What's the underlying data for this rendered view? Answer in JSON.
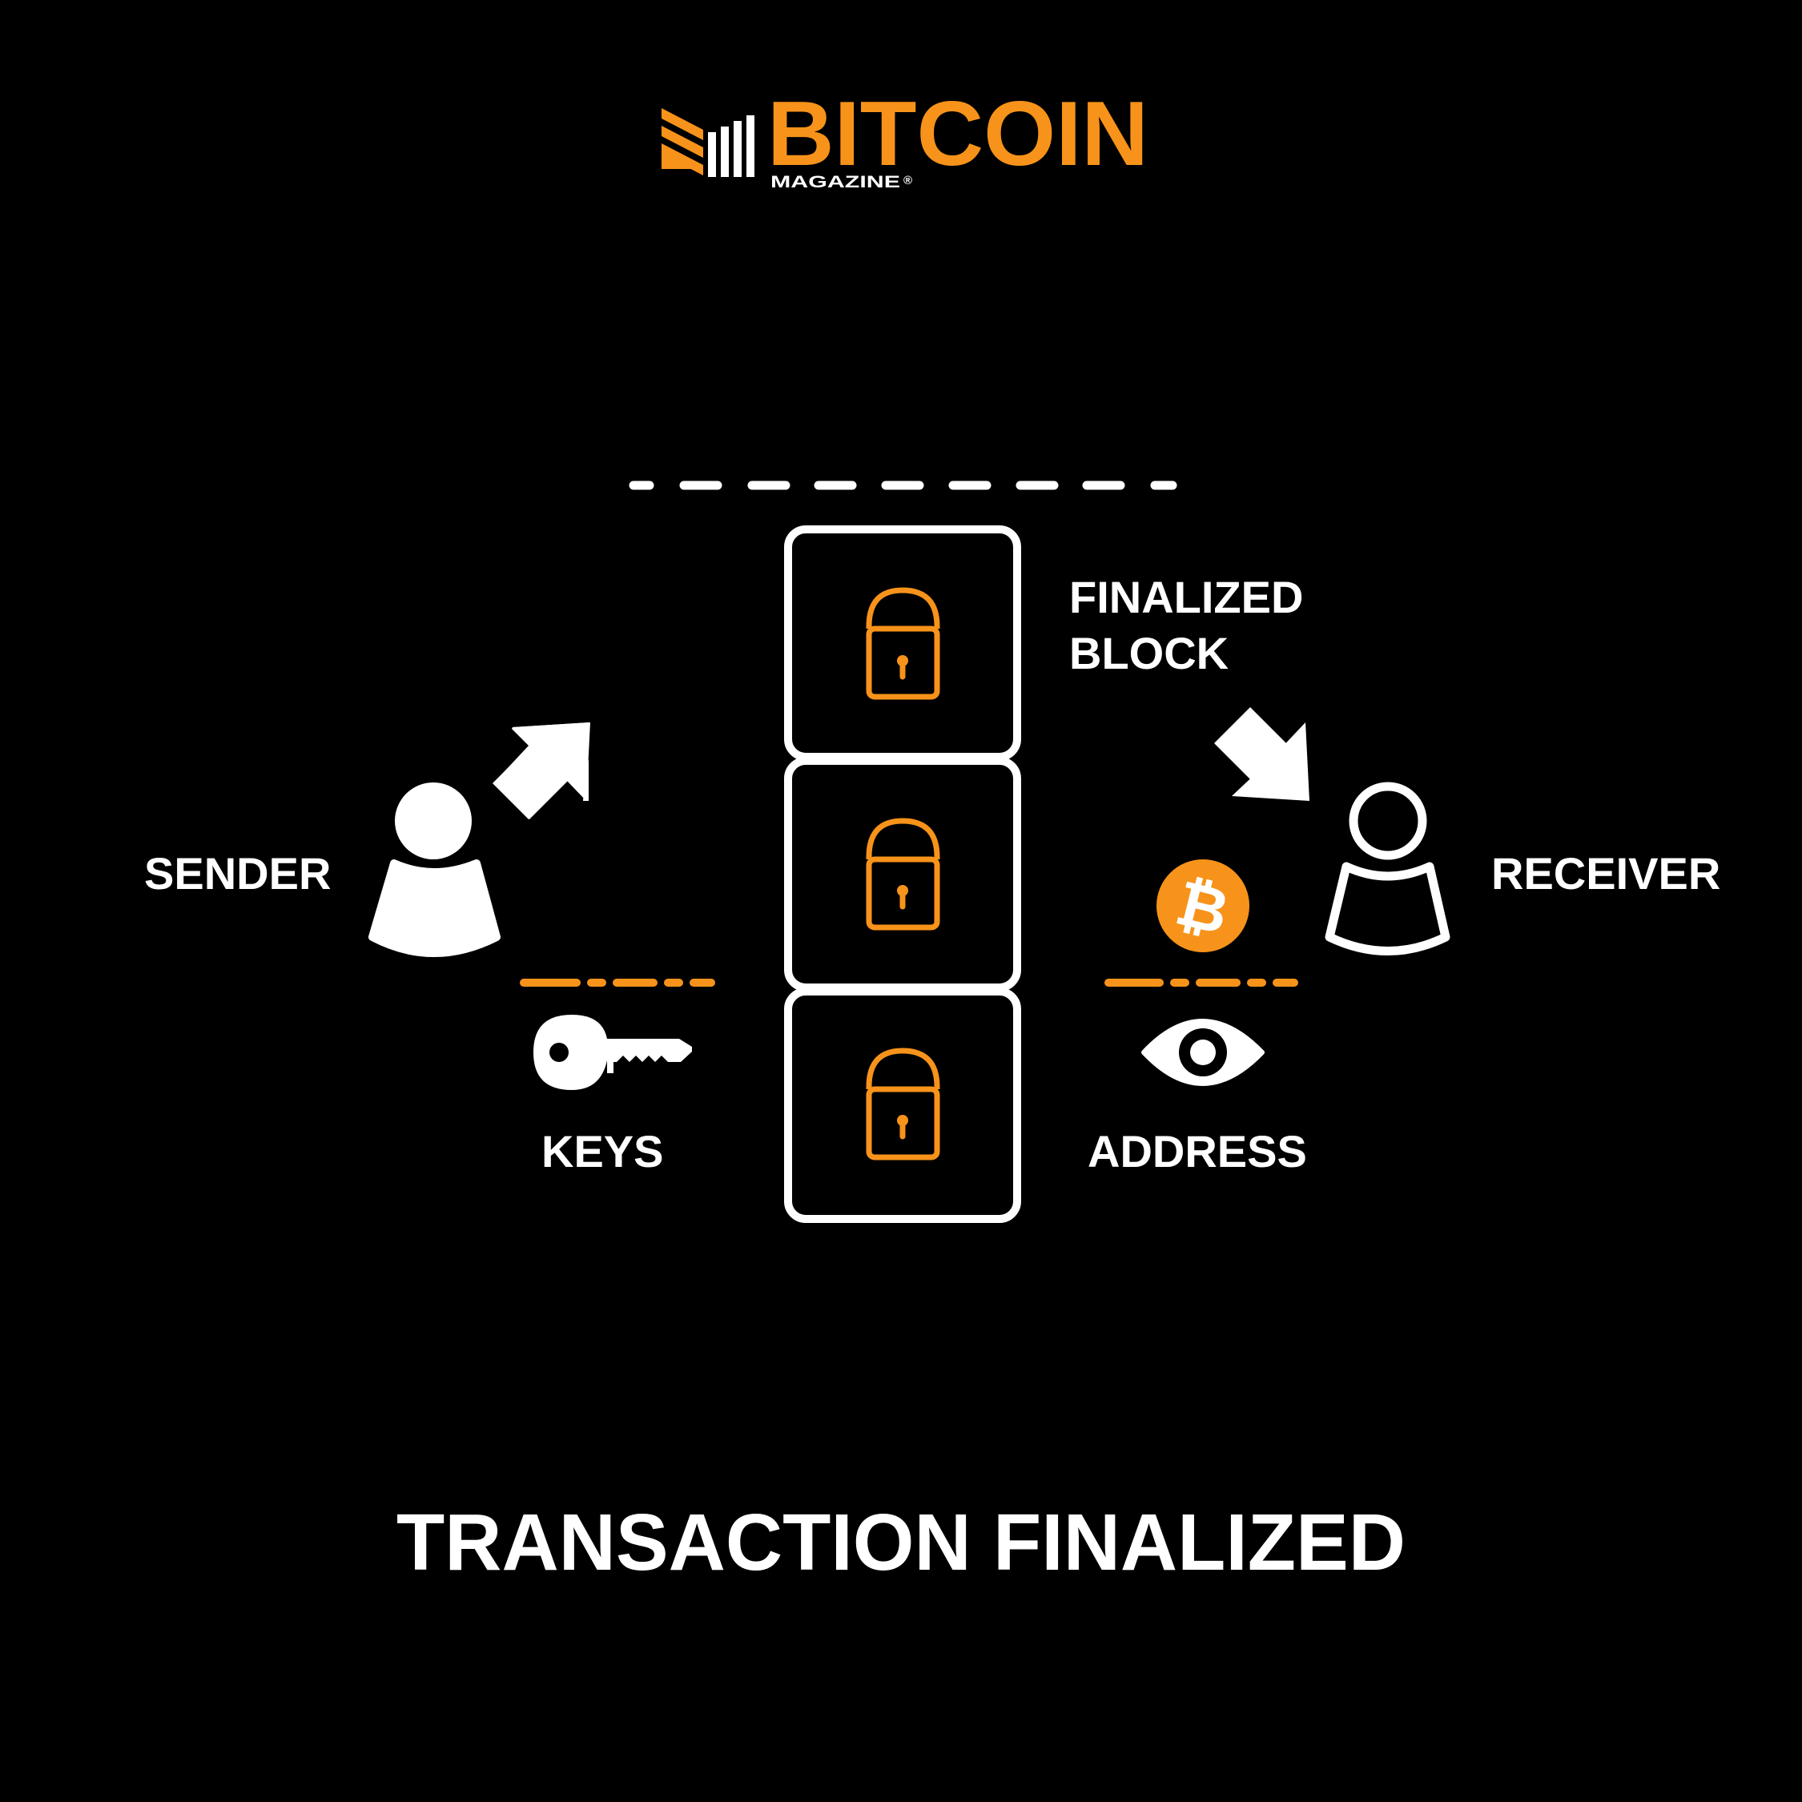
{
  "logo": {
    "wordmark": "BITCOIN",
    "subtitle": "MAGAZINE",
    "registered_mark": "®"
  },
  "labels": {
    "sender": "SENDER",
    "receiver": "RECEIVER",
    "block_line1": "FINALIZED",
    "block_line2": "BLOCK",
    "keys": "KEYS",
    "address": "ADDRESS"
  },
  "caption": "TRANSACTION FINALIZED",
  "icons": {
    "sender": "person-filled-icon",
    "receiver": "person-outline-icon",
    "send_arrow": "arrow-up-right-icon",
    "receive_arrow": "arrow-down-right-icon",
    "block_locks": [
      "padlock-icon",
      "padlock-icon",
      "padlock-icon"
    ],
    "coin": "bitcoin-coin-icon",
    "key": "key-icon",
    "address": "eye-icon"
  },
  "colors": {
    "background": "#000000",
    "foreground": "#ffffff",
    "accent": "#F7931A"
  }
}
